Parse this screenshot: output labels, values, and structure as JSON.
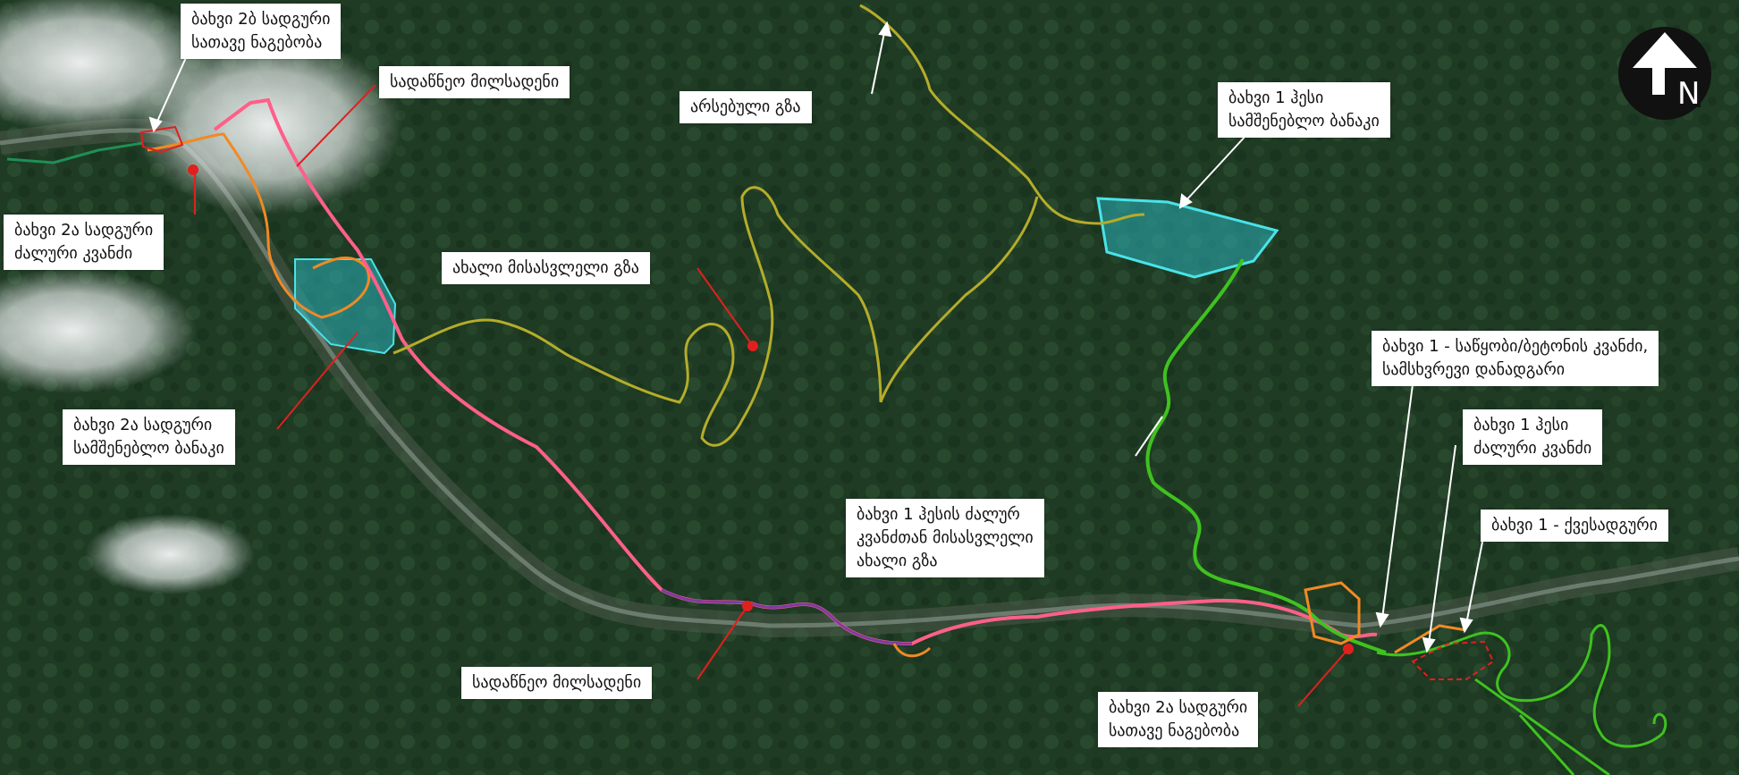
{
  "map": {
    "north_arrow": {
      "letter": "N",
      "icon": "north-arrow-icon"
    },
    "colors": {
      "pipeline": "#ff5f8a",
      "new_access_road": "#b5ac2a",
      "existing_road": "#b5ac2a",
      "access_road_green": "#3fc21f",
      "construction_site": "#2ab1b8",
      "boundary": "#f08a24",
      "river": "#1e8f56",
      "callout_red": "#e0201f",
      "callout_white": "#ffffff"
    },
    "labels": [
      {
        "id": "label-bakhvi-2b-headworks",
        "lines": [
          "ბახვი 2ბ სადგური",
          "სათავე ნაგებობა"
        ]
      },
      {
        "id": "label-pipeline-top",
        "lines": [
          "სადაწნეო მილსადენი"
        ]
      },
      {
        "id": "label-existing-road",
        "lines": [
          "არსებული გზა"
        ]
      },
      {
        "id": "label-bakhvi-1-construction",
        "lines": [
          "ბახვი 1 ჰესი",
          "სამშენებლო ბანაკი"
        ]
      },
      {
        "id": "label-bakhvi-2a-power-node",
        "lines": [
          "ბახვი 2ა სადგური",
          "ძალური კვანძი"
        ]
      },
      {
        "id": "label-new-access-road",
        "lines": [
          "ახალი მისასვლელი გზა"
        ]
      },
      {
        "id": "label-bakhvi-1-concrete",
        "lines": [
          "ბახვი 1 - საწყობი/ბეტონის კვანძი,",
          "სამსხვრევი დანადგარი"
        ]
      },
      {
        "id": "label-bakhvi-2a-construction",
        "lines": [
          "ბახვი 2ა სადგური",
          "სამშენებლო ბანაკი"
        ]
      },
      {
        "id": "label-bakhvi-1-power-node",
        "lines": [
          "ბახვი 1 ჰესი",
          "ძალური კვანძი"
        ]
      },
      {
        "id": "label-bakhvi-1-access-road",
        "lines": [
          "ბახვი 1 ჰესის ძალურ",
          "კვანძთან მისასვლელი",
          "ახალი გზა"
        ]
      },
      {
        "id": "label-bakhvi-1-substation",
        "lines": [
          "ბახვი 1 - ქვესადგური"
        ]
      },
      {
        "id": "label-pipeline-bottom",
        "lines": [
          "სადაწნეო მილსადენი"
        ]
      },
      {
        "id": "label-bakhvi-2a-headworks",
        "lines": [
          "ბახვი 2ა სადგური",
          "სათავე ნაგებობა"
        ]
      }
    ]
  }
}
